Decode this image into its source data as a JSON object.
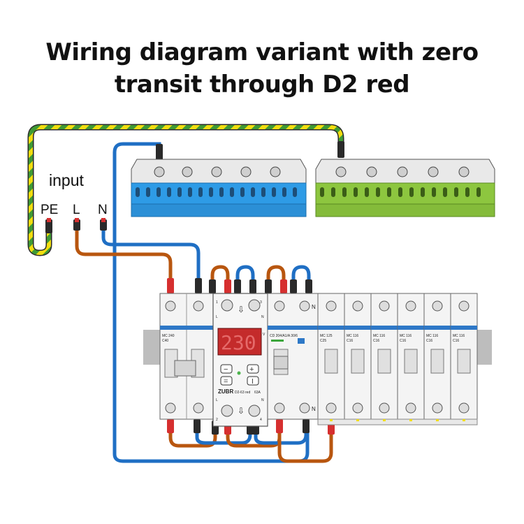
{
  "title": "Wiring diagram variant with zero\ntransit through D2 red",
  "input": {
    "label": "input",
    "terminals": [
      "PE",
      "L",
      "N"
    ]
  },
  "relay": {
    "brand": "ZUBR",
    "model": "D2-63 red",
    "rating": "63A",
    "display": "230",
    "unit": "V",
    "top_terminals": [
      "1",
      "3"
    ],
    "top_letters": [
      "L",
      "N"
    ],
    "bottom_terminals": [
      "2",
      "4"
    ],
    "bottom_letters": [
      "L",
      "N"
    ],
    "buttons": [
      "−",
      "+",
      "=",
      "I"
    ]
  },
  "breakers": [
    {
      "label": "MC 240",
      "sub": "C40"
    },
    {
      "label": "CD 204/A1/A 30/6",
      "sub": ""
    },
    {
      "label": "MC 125",
      "sub": "C25"
    },
    {
      "label": "MC 116",
      "sub": "C16"
    },
    {
      "label": "MC 116",
      "sub": "C16"
    },
    {
      "label": "MC 116",
      "sub": "C16"
    },
    {
      "label": "MC 116",
      "sub": "C16"
    },
    {
      "label": "MC 116",
      "sub": "C16"
    }
  ],
  "rcd_neutral_letter": "N",
  "colors": {
    "brown": "#b8560f",
    "blue": "#1f6fc4",
    "green_yellow_a": "#f1dd0f",
    "green_yellow_b": "#3f9a34",
    "neutral_bus": "#2e9be6",
    "earth_bus": "#8dc63f",
    "ferrule_red": "#d62f2f"
  }
}
